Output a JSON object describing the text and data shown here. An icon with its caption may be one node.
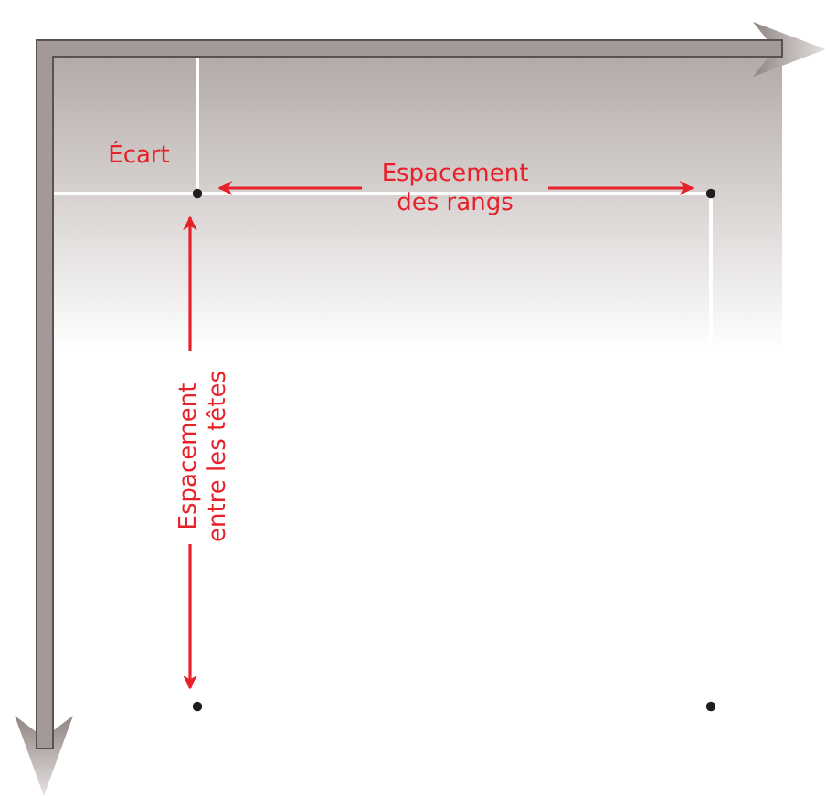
{
  "diagram": {
    "labels": [
      "Écart",
      "Espacement des rangs",
      "Espacement entre les têtes"
    ]
  }
}
